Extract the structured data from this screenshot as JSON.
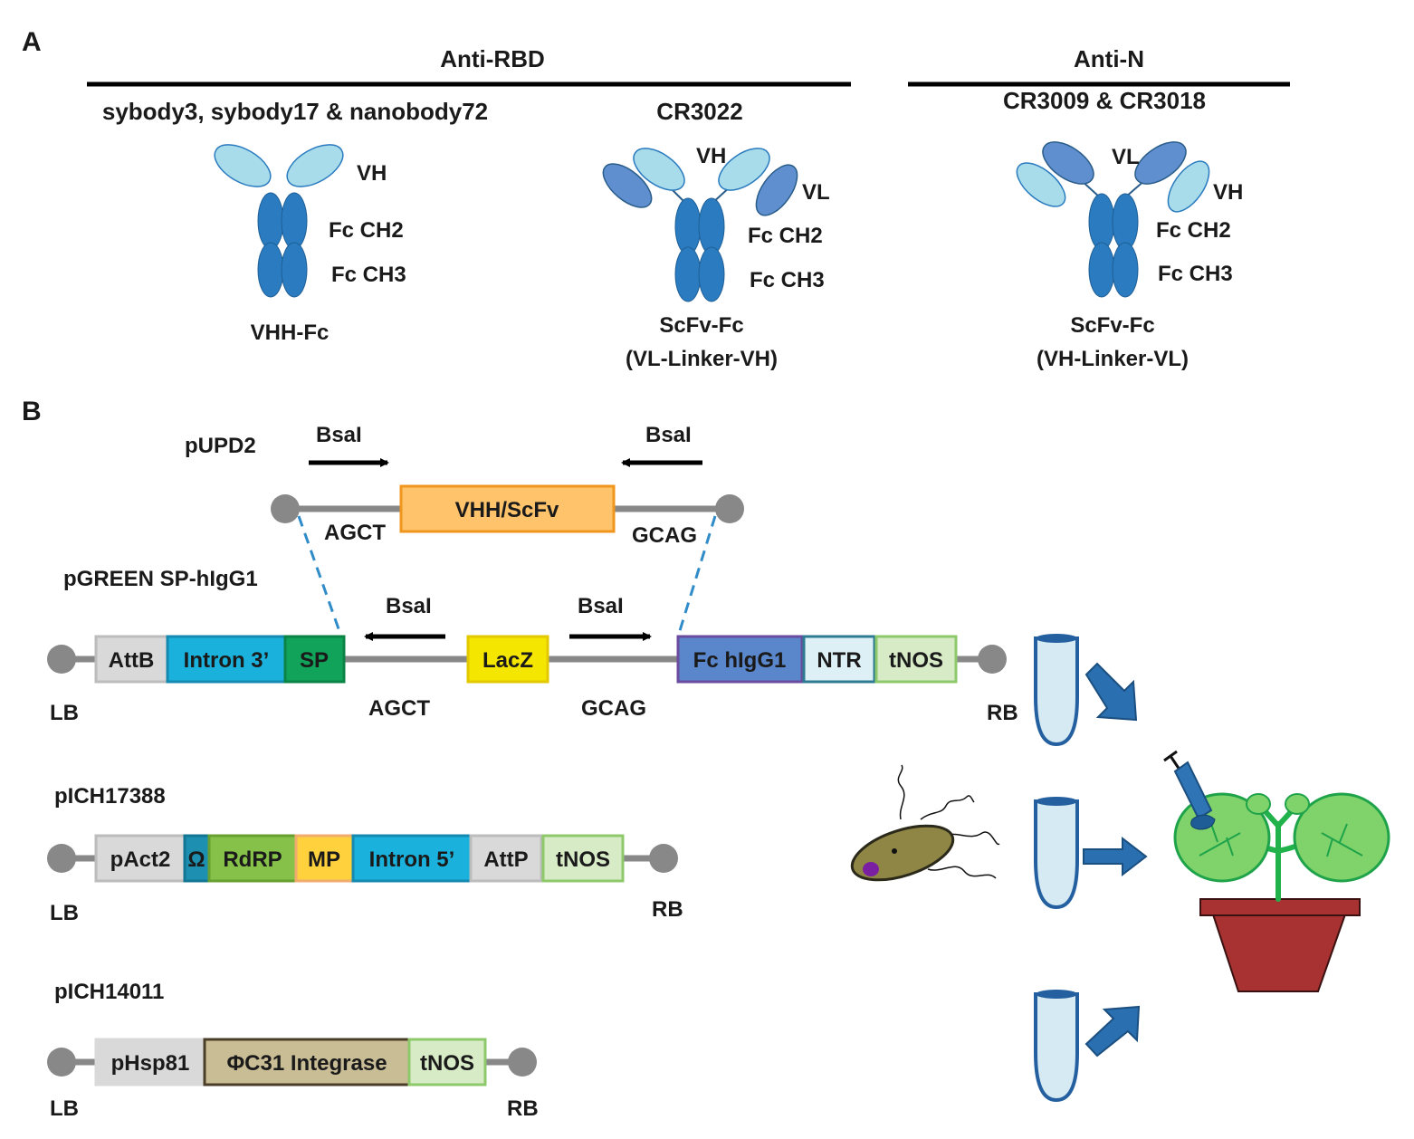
{
  "panel_labels": {
    "a": "A",
    "b": "B"
  },
  "panel_a": {
    "groups": [
      {
        "title": "Anti-RBD"
      },
      {
        "title": "Anti-N"
      }
    ],
    "constructs": [
      {
        "header": "sybody3, sybody17 & nanobody72",
        "name": "VHH-Fc",
        "subname": "",
        "labels": [
          "VH",
          "Fc CH2",
          "Fc CH3"
        ]
      },
      {
        "header": "CR3022",
        "name": "ScFv-Fc",
        "subname": "(VL-Linker-VH)",
        "labels": [
          "VH",
          "VL",
          "Fc CH2",
          "Fc CH3"
        ]
      },
      {
        "header": "CR3009 & CR3018",
        "name": "ScFv-Fc",
        "subname": "(VH-Linker-VL)",
        "labels": [
          "VL",
          "VH",
          "Fc CH2",
          "Fc CH3"
        ]
      }
    ]
  },
  "panel_b": {
    "pupd2": {
      "name": "pUPD2",
      "insert": "VHH/ScFv",
      "site": "BsaI",
      "overhang_left": "AGCT",
      "overhang_right": "GCAG"
    },
    "pgreen": {
      "name": "pGREEN SP-hIgG1",
      "segments": [
        "AttB",
        "Intron 3’",
        "SP",
        "LacZ",
        "Fc hIgG1",
        "NTR",
        "tNOS"
      ],
      "site": "BsaI",
      "overhang_left": "AGCT",
      "overhang_right": "GCAG",
      "lb": "LB",
      "rb": "RB"
    },
    "pich17388": {
      "name": "pICH17388",
      "segments": [
        "pAct2",
        "Ω",
        "RdRP",
        "MP",
        "Intron 5’",
        "AttP",
        "tNOS"
      ],
      "lb": "LB",
      "rb": "RB"
    },
    "pich14011": {
      "name": "pICH14011",
      "segments": [
        "pHsp81",
        "ΦC31 Integrase",
        "tNOS"
      ],
      "lb": "LB",
      "rb": "RB"
    }
  },
  "colors": {
    "antibody_dark": "#2a7bbf",
    "antibody_light": "#a8dcea",
    "antibody_mid": "#5f8fcf",
    "backbone": "#888888",
    "insert": "#ffc36b",
    "lacz": "#f5e600",
    "pot": "#a83232",
    "leaf": "#7fd36a"
  }
}
